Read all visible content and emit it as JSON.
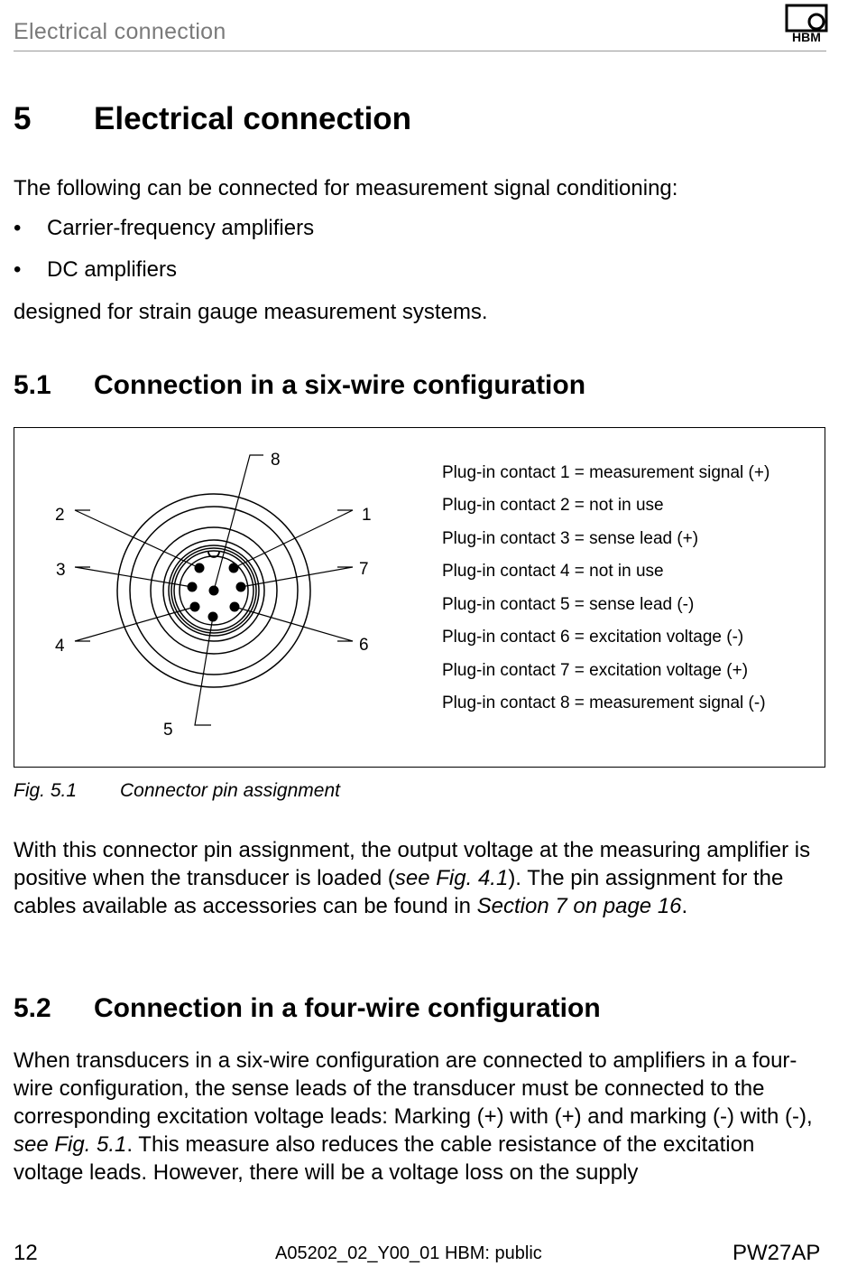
{
  "header": {
    "running_title": "Electrical connection",
    "logo_text": "HBM"
  },
  "section5": {
    "number": "5",
    "title": "Electrical connection",
    "intro": "The following can be connected for measurement signal conditioning:",
    "bullets": [
      "Carrier-frequency amplifiers",
      "DC amplifiers"
    ],
    "bullet_glyph": "•",
    "outro": "designed for strain gauge measurement systems."
  },
  "section5_1": {
    "number": "5.1",
    "title": "Connection in a six-wire configuration",
    "pin_labels": {
      "p1": "1",
      "p2": "2",
      "p3": "3",
      "p4": "4",
      "p5": "5",
      "p6": "6",
      "p7": "7",
      "p8": "8"
    },
    "legend": [
      "Plug-in contact 1 = measurement signal (+)",
      "Plug-in contact 2 = not in use",
      "Plug-in contact 3 = sense lead (+)",
      "Plug-in contact 4 = not in use",
      "Plug-in contact 5 = sense lead (-)",
      "Plug-in contact 6 = excitation voltage (-)",
      "Plug-in contact 7 = excitation voltage (+)",
      "Plug-in contact 8 = measurement signal (-)"
    ],
    "caption_number": "Fig. 5.1",
    "caption_text": "Connector pin assignment",
    "para_1": "With this connector pin assignment, the output voltage at the measuring amplifier is positive when the transducer is loaded (",
    "para_ref1": "see Fig. 4.1",
    "para_2": "). The pin assignment for the cables available as accessories can be found in ",
    "para_ref2": "Section 7 on page 16",
    "para_3": "."
  },
  "section5_2": {
    "number": "5.2",
    "title": "Connection in a four-wire configuration",
    "para_1": "When transducers in a six-wire configuration are connected to amplifiers in a four-wire configuration, the sense leads of the transducer must be connected to the corresponding excitation voltage leads: Marking (+) with (+) and marking (-) with (-), ",
    "para_ref": "see Fig. 5.1",
    "para_2": ". This measure also reduces the cable resistance of the excitation voltage leads. However, there will be a voltage loss on the supply"
  },
  "footer": {
    "page": "12",
    "doc_id": "A05202_02_Y00_01 HBM: public",
    "product": "PW27AP"
  }
}
